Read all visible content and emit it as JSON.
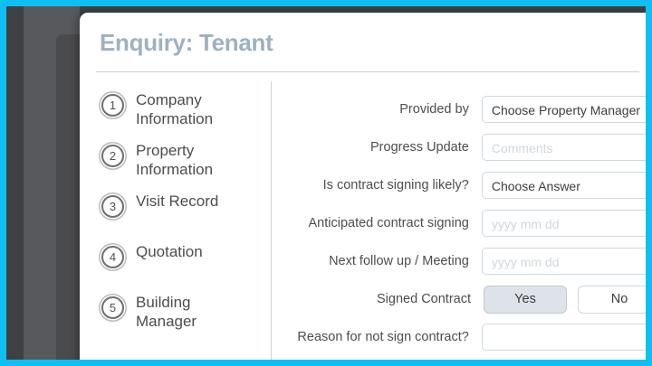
{
  "window": {
    "accent_color": "#0fbff2",
    "card_background": "#ffffff",
    "title": "Enquiry: Tenant",
    "title_color": "#9eb1c1"
  },
  "steps": {
    "items": [
      {
        "number": "1",
        "label": "Company Information"
      },
      {
        "number": "2",
        "label": "Property Information"
      },
      {
        "number": "3",
        "label": "Visit Record"
      },
      {
        "number": "4",
        "label": "Quotation"
      },
      {
        "number": "5",
        "label": "Building Manager"
      }
    ]
  },
  "form": {
    "rows": [
      {
        "label": "Provided by",
        "type": "select",
        "value": "Choose Property Manager",
        "placeholder": ""
      },
      {
        "label": "Progress Update",
        "type": "text",
        "value": "",
        "placeholder": "Comments"
      },
      {
        "label": "Is contract signing likely?",
        "type": "select",
        "value": "Choose Answer",
        "placeholder": ""
      },
      {
        "label": "Anticipated contract signing",
        "type": "date",
        "value": "",
        "placeholder": "yyyy mm dd"
      },
      {
        "label": "Next follow up / Meeting",
        "type": "date",
        "value": "",
        "placeholder": "yyyy mm dd"
      },
      {
        "label": "Signed Contract",
        "type": "toggle",
        "value": "Yes",
        "placeholder": ""
      },
      {
        "label": "Reason for not sign contract?",
        "type": "text",
        "value": "",
        "placeholder": ""
      }
    ],
    "toggle": {
      "yes_label": "Yes",
      "no_label": "No",
      "selected": "Yes"
    }
  }
}
